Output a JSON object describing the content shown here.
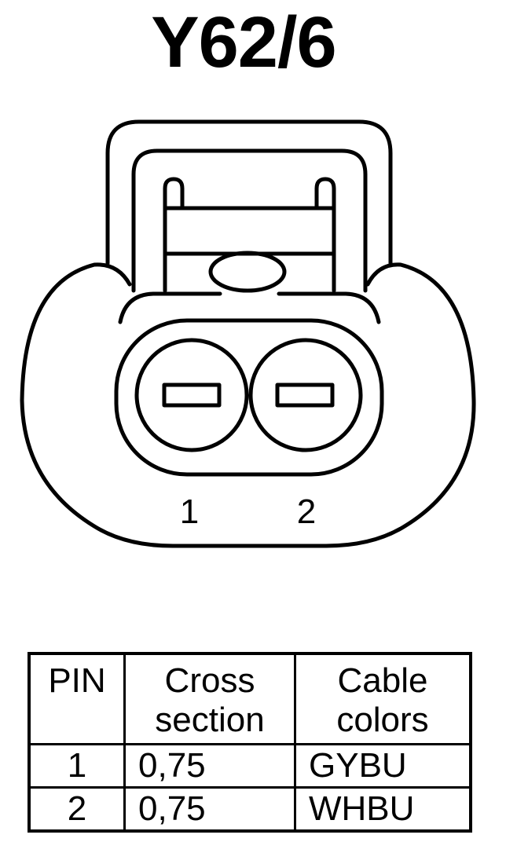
{
  "title": "Y62/6",
  "pins": [
    {
      "number": "1"
    },
    {
      "number": "2"
    }
  ],
  "table": {
    "headers": [
      "PIN",
      "Cross section",
      "Cable colors"
    ],
    "rows": [
      {
        "pin": "1",
        "cross_section": "0,75",
        "cable_color": "GYBU"
      },
      {
        "pin": "2",
        "cross_section": "0,75",
        "cable_color": "WHBU"
      }
    ]
  }
}
